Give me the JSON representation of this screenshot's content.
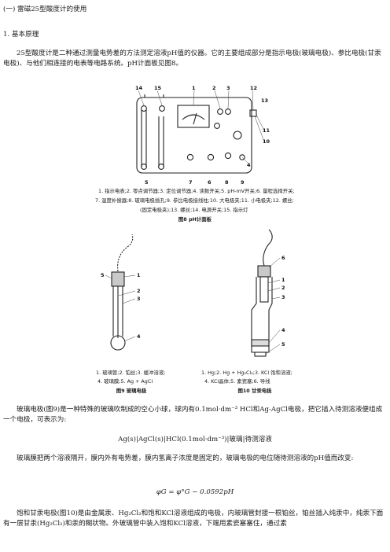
{
  "section_title": "(一) 雷磁25型酸度计的使用",
  "subsection_title": "1. 基本原理",
  "para1": "25型酸度计是二种通过测量电势差的方法测定溶液pH值的仪器。它的主要组成部分是指示电极(玻璃电极)、参比电极(甘汞电极)、与他们相连接的电表等电路系统。pH计面板见图8。",
  "fig8": {
    "labels": [
      "14",
      "15",
      "1",
      "2",
      "3",
      "12",
      "13",
      "11",
      "10",
      "4",
      "5",
      "7",
      "6",
      "8",
      "9"
    ],
    "caption_lines": [
      "1. 指示电表;2. 零点调节器;3. 定位调节器;4. 读数开关;5. pH-mV开关;6. 量程选择开关;",
      "7. 温度补偿器;8. 玻璃电极插孔;9. 参比电极接线柱;10. 大电极夹;11. 小电极夹;12. 螺丝;",
      "(固定电极夹);13. 螺丝;14. 电源开关;15. 指示灯"
    ],
    "title": "图8  pH计面板"
  },
  "fig9": {
    "labels": [
      "5",
      "1",
      "2",
      "3",
      "4"
    ],
    "caption_lines": [
      "1. 玻璃管;2. 铂丝;3. 缓冲溶液;",
      "4. 玻璃膜;5. Ag + AgCl"
    ],
    "title": "图9  玻璃电极"
  },
  "fig10": {
    "labels": [
      "6",
      "1",
      "2",
      "3",
      "4",
      "5"
    ],
    "caption_lines": [
      "1. Hg;2. Hg + Hg₂Cl₂;3. KCl 饱和溶液;",
      "4. KCl晶体;5. 素瓷塞;6. 导线"
    ],
    "title": "图10  甘汞电极"
  },
  "para2": "玻璃电极(图9)是一种特殊的玻璃吹制成的空心小球，球内有0.1mol·dm⁻³ HCl和Ag-AgCl电极，把它插入待测溶液便组成一个电极，可表示为:",
  "formula1": "Ag(s)|AgCl(s)|HCl(0.1mol·dm⁻³)|玻璃|待测溶液",
  "para3": "玻璃膜把两个溶液隔开，膜内外有电势差，膜内氢离子浓度是固定的，玻璃电极的电位随待测溶液的pH值而改变:",
  "formula2": "φG = φ°G − 0.0592pH",
  "para4": "饱和甘汞电极(图10)是由金属汞、Hg₂Cl₂和饱和KCl溶液组成的电极，内玻璃管封接一根铂丝，铂丝插入纯汞中，纯汞下面有一层甘汞(Hg₂Cl₂)和汞的糊状物。外玻璃管中装入饱和KCl溶液，下端用素瓷塞塞住，通过素"
}
